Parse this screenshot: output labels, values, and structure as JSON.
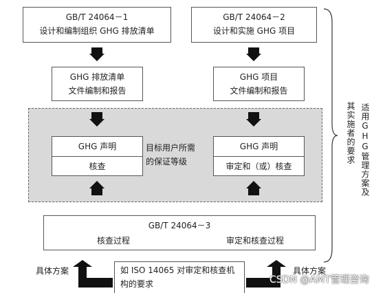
{
  "top_left": {
    "code": "GB/T 24064－1",
    "subtitle": "设计和编制组织 GHG 排放清单"
  },
  "top_right": {
    "code": "GB/T 24064－2",
    "subtitle": "设计和实施 GHG 项目"
  },
  "mid_left": {
    "line1": "GHG 排放清单",
    "line2": "文件编制和报告"
  },
  "mid_right": {
    "line1": "GHG 项目",
    "line2": "文件编制和报告"
  },
  "grey_region": {
    "left_top": "GHG 声明",
    "left_bottom": "核查",
    "center_line1": "目标用户所需",
    "center_line2": "的保证等级",
    "right_top": "GHG 声明",
    "right_bottom": "审定和（或）核查"
  },
  "bottom_box": {
    "code": "GB/T 24064－3",
    "left": "核查过程",
    "right": "审定和核查过程"
  },
  "side_label": {
    "col1": "适用GHG管理方案及",
    "col2": "其实施者的要求"
  },
  "scheme_left": "具体方案",
  "scheme_right": "具体方案",
  "iso_box": {
    "line1": "如 ISO  14065 对审定和核查机",
    "line2": "构的要求"
  },
  "watermark": "CSDN @AMT管理咨询"
}
